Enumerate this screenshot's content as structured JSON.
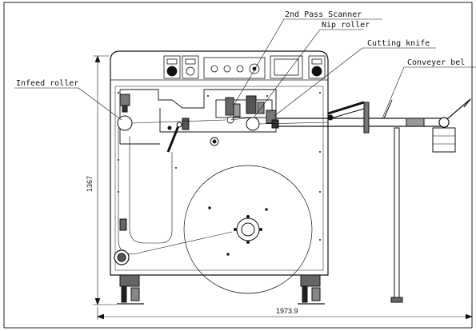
{
  "callouts": {
    "scanner": "2nd Pass Scanner",
    "nip": "Nip roller",
    "knife": "Cutting knife",
    "conveyor": "Conveyer bel",
    "infeed": "Infeed roller"
  },
  "dimensions": {
    "height": "1367",
    "width": "1973.9"
  }
}
